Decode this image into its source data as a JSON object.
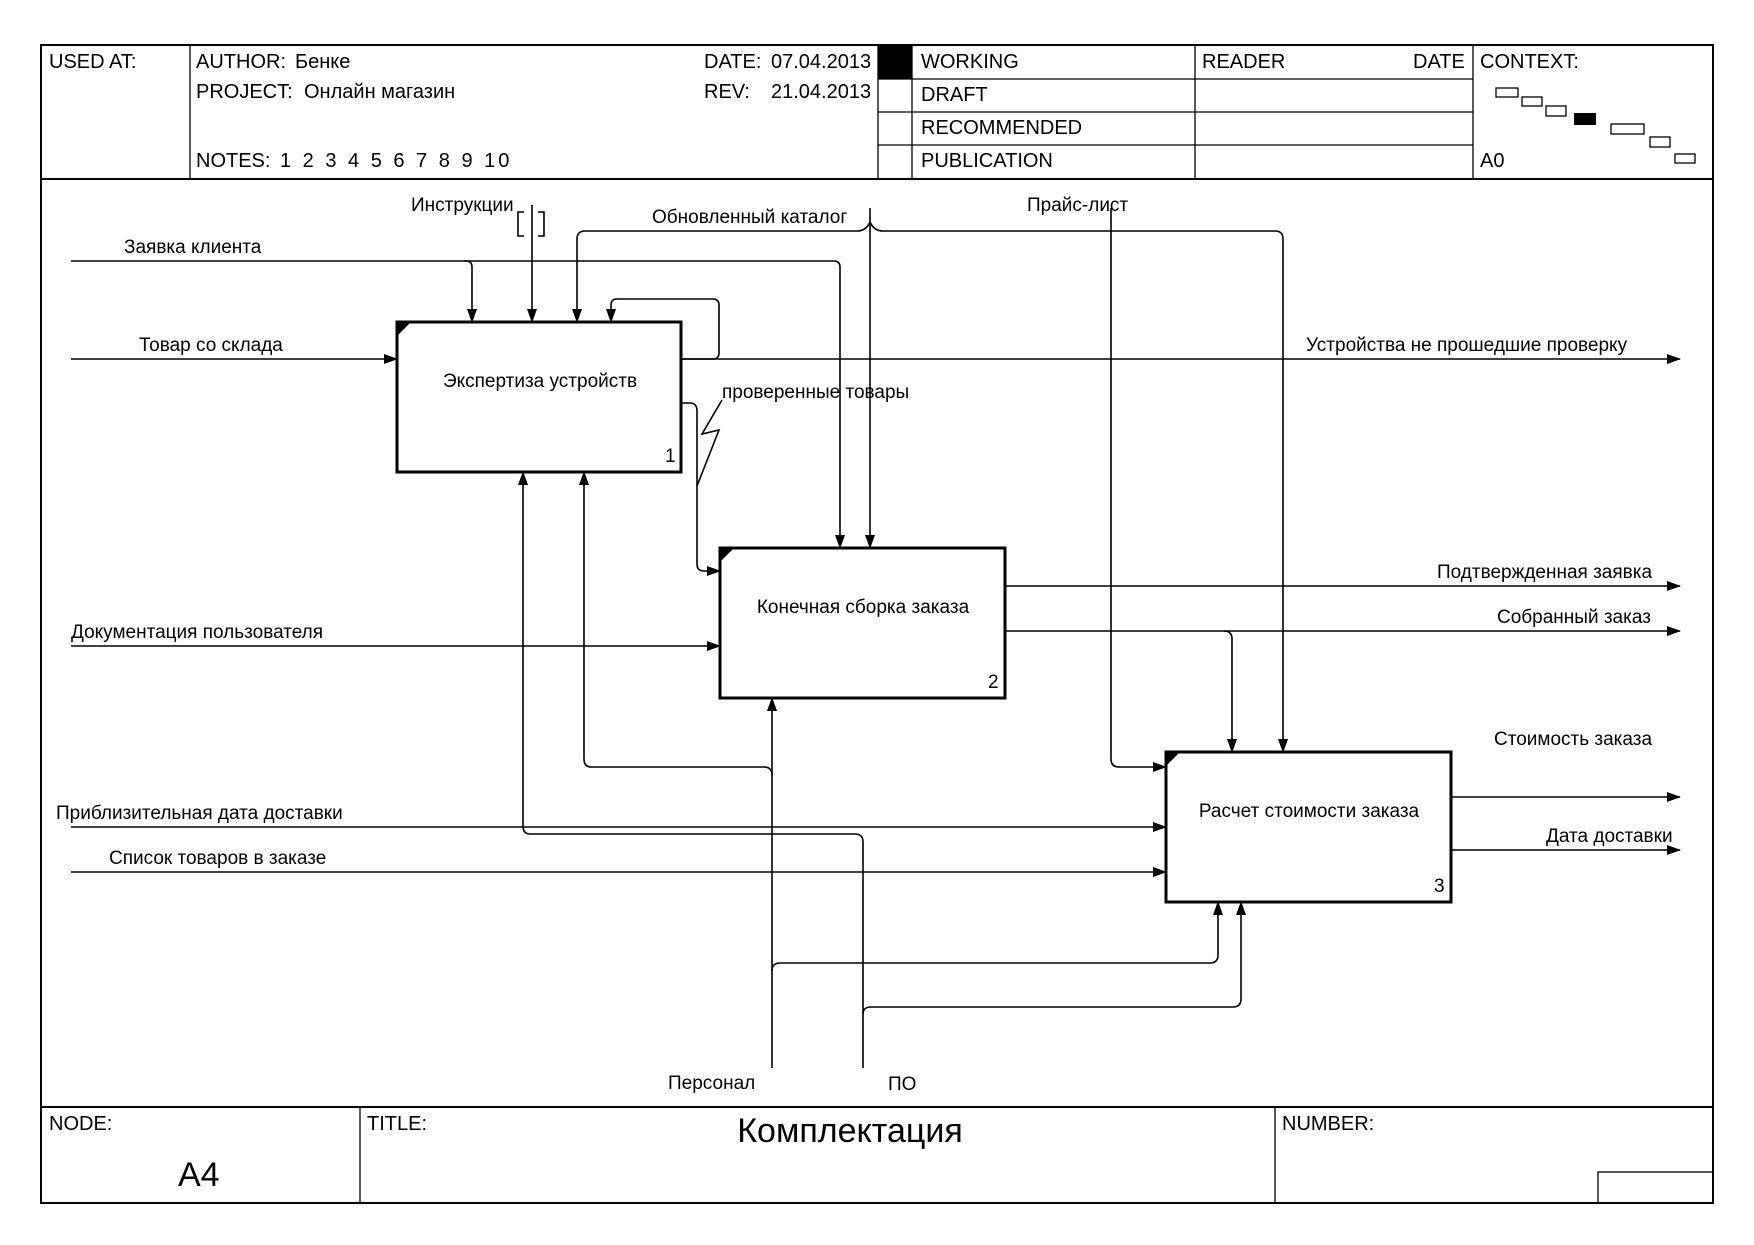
{
  "header": {
    "used_at_label": "USED AT:",
    "author_label": "AUTHOR:",
    "author_value": "Бенке",
    "project_label": "PROJECT:",
    "project_value": "Онлайн магазин",
    "notes_label": "NOTES:",
    "notes_value": "1 2 3 4 5 6 7 8 9 10",
    "date_label": "DATE:",
    "date_value": "07.04.2013",
    "rev_label": "REV:",
    "rev_value": "21.04.2013",
    "status": [
      "WORKING",
      "DRAFT",
      "RECOMMENDED",
      "PUBLICATION"
    ],
    "active_status": "WORKING",
    "reader_label": "READER",
    "reader_date_label": "DATE",
    "context_label": "CONTEXT:",
    "context_node": "A0"
  },
  "footer": {
    "node_label": "NODE:",
    "node_value": "A4",
    "title_label": "TITLE:",
    "title_value": "Комплектация",
    "number_label": "NUMBER:"
  },
  "diagram": {
    "boxes": [
      {
        "label": "Экспертиза устройств",
        "number": "1"
      },
      {
        "label": "Конечная сборка заказа",
        "number": "2"
      },
      {
        "label": "Расчет стоимости заказа",
        "number": "3"
      }
    ],
    "arrow_labels": {
      "instructions": "Инструкции",
      "updated_catalog": "Обновленный каталог",
      "price_list": "Прайс-лист",
      "client_request": "Заявка клиента",
      "stock_goods": "Товар со склада",
      "failed_devices": "Устройства не прошедшие проверку",
      "checked_goods": "проверенные товары",
      "user_docs": "Документация пользователя",
      "confirmed_request": "Подтвержденная заявка",
      "assembled_order": "Собранный заказ",
      "order_cost": "Стоимость заказа",
      "approx_delivery_date": "Приблизительная дата доставки",
      "order_items": "Список товаров в заказе",
      "delivery_date": "Дата доставки",
      "staff": "Персонал",
      "software": "ПО"
    }
  }
}
